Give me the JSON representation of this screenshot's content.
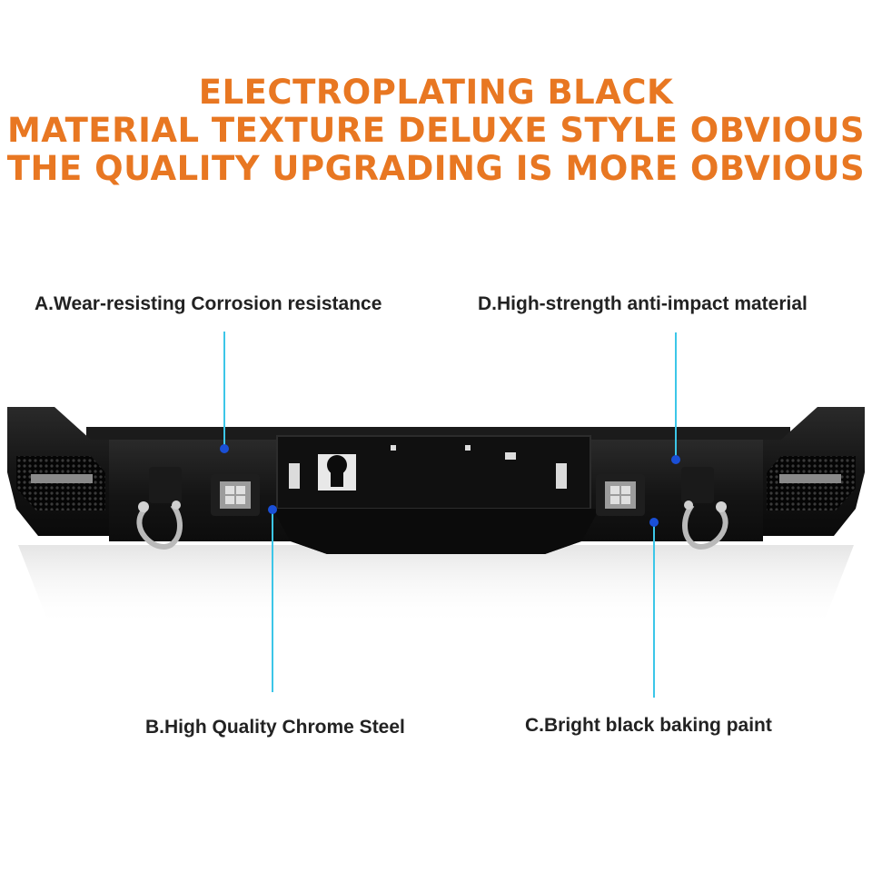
{
  "headline": {
    "line1": "ELECTROPLATING BLACK",
    "line2": "MATERIAL TEXTURE DELUXE STYLE OBVIOUS",
    "line3": "THE QUALITY UPGRADING IS MORE OBVIOUS"
  },
  "callouts": {
    "a": "A.Wear-resisting Corrosion resistance",
    "b": "B.High Quality Chrome Steel",
    "c": "C.Bright black baking paint",
    "d": "D.High-strength anti-impact material"
  },
  "colors": {
    "headline": "#e87722",
    "callout_text": "#222222",
    "leader_line": "#3cc6e8",
    "marker_dot": "#1a4fd6",
    "bumper": "#141414"
  },
  "icons": {
    "marker": "dot",
    "product": "rear-bumper-photo"
  }
}
